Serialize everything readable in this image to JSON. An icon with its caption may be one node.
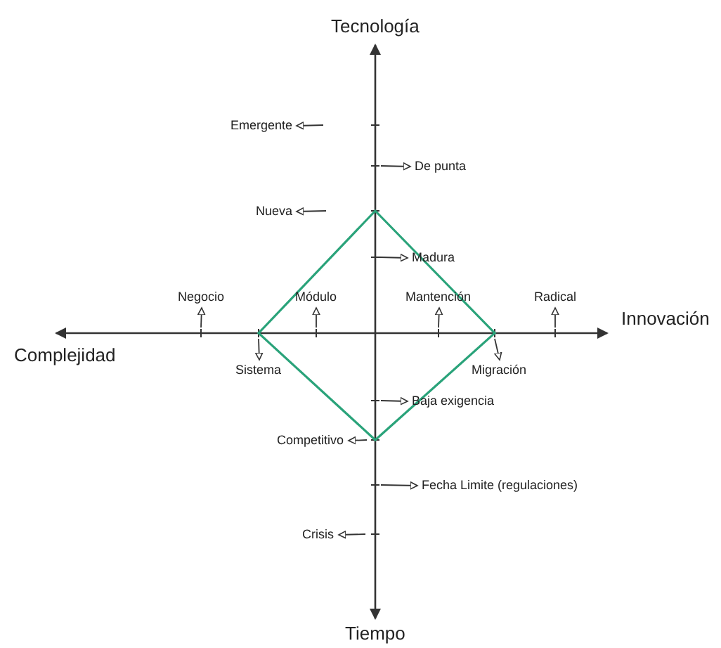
{
  "diagram": {
    "nodes": [
      {
        "text": [
          "Emergente"
        ]
      },
      {
        "text": [
          "De punta"
        ]
      },
      {
        "text": [
          "Nueva"
        ]
      },
      {
        "text": [
          "Madura"
        ]
      },
      {
        "text": [
          "Negocio"
        ]
      },
      {
        "text": [
          "Módulo"
        ]
      },
      {
        "text": [
          "Mantención"
        ]
      },
      {
        "text": [
          "Radical"
        ]
      },
      {
        "text": [
          "Sistema"
        ]
      },
      {
        "text": [
          "Migración"
        ]
      },
      {
        "text": [
          "Baja exigencia"
        ]
      },
      {
        "text": [
          "Competitivo"
        ]
      },
      {
        "text": [
          "Fecha Limite (regulaciones)"
        ]
      },
      {
        "text": [
          "Crisis"
        ]
      }
    ],
    "edges": [
      {
        "from": null,
        "to": 0,
        "arrow": "to"
      },
      {
        "from": null,
        "to": 1,
        "arrow": "to"
      },
      {
        "from": null,
        "to": 2,
        "arrow": "to"
      },
      {
        "from": null,
        "to": 3,
        "arrow": "to"
      },
      {
        "from": null,
        "to": 4,
        "arrow": "to"
      },
      {
        "from": null,
        "to": 5,
        "arrow": "to"
      },
      {
        "from": null,
        "to": 6,
        "arrow": "to"
      },
      {
        "from": null,
        "to": 7,
        "arrow": "to"
      },
      {
        "from": null,
        "to": 8,
        "arrow": "to"
      },
      {
        "from": null,
        "to": 9,
        "arrow": "to"
      },
      {
        "from": null,
        "to": 10,
        "arrow": "to"
      },
      {
        "from": null,
        "to": 11,
        "arrow": "to"
      },
      {
        "from": null,
        "to": 12,
        "arrow": "to"
      },
      {
        "from": null,
        "to": 13,
        "arrow": "to"
      }
    ],
    "labels": [
      "Tecnología",
      "Complejidad",
      "Innovación",
      "Tiempo"
    ]
  }
}
